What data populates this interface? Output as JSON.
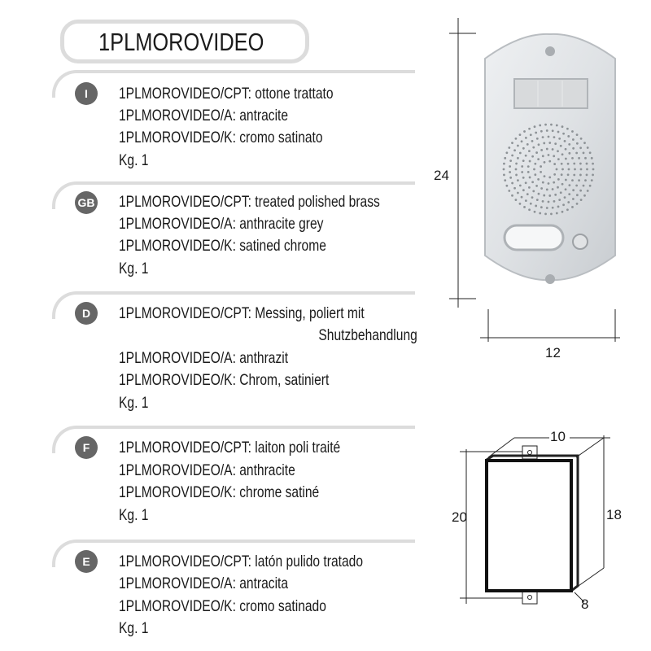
{
  "title": "1PLMOROVIDEO",
  "sections": [
    {
      "lang": "I",
      "lines": [
        "1PLMOROVIDEO/CPT: ottone trattato",
        "1PLMOROVIDEO/A: antracite",
        "1PLMOROVIDEO/K: cromo satinato",
        "Kg. 1"
      ]
    },
    {
      "lang": "GB",
      "lines": [
        "1PLMOROVIDEO/CPT: treated polished brass",
        "1PLMOROVIDEO/A: anthracite grey",
        "1PLMOROVIDEO/K: satined chrome",
        "Kg. 1"
      ]
    },
    {
      "lang": "D",
      "lines": [
        "1PLMOROVIDEO/CPT: Messing, poliert mit",
        "Shutzbehandlung",
        "1PLMOROVIDEO/A: anthrazit",
        "1PLMOROVIDEO/K: Chrom, satiniert",
        "Kg. 1"
      ]
    },
    {
      "lang": "F",
      "lines": [
        "1PLMOROVIDEO/CPT: laiton poli traité",
        "1PLMOROVIDEO/A: anthracite",
        "1PLMOROVIDEO/K: chrome satiné",
        "Kg. 1"
      ]
    },
    {
      "lang": "E",
      "lines": [
        "1PLMOROVIDEO/CPT: latón pulido tratado",
        "1PLMOROVIDEO/A: antracita",
        "1PLMOROVIDEO/K: cromo satinado",
        "Kg. 1"
      ]
    }
  ],
  "dimensions": {
    "panel_height": "24",
    "panel_width": "12",
    "box_width": "10",
    "box_height_front": "20",
    "box_height_back": "18",
    "box_depth": "8"
  }
}
